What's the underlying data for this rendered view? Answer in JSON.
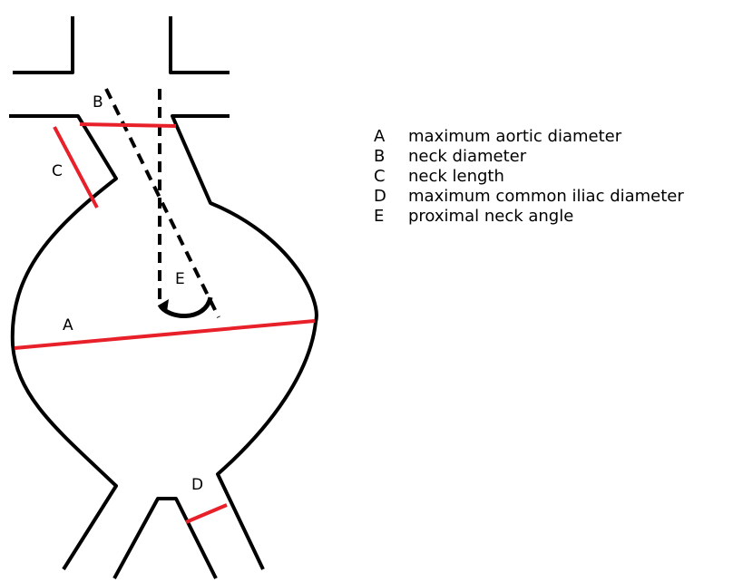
{
  "labels": {
    "a": "A",
    "b": "B",
    "c": "C",
    "d": "D",
    "e": "E"
  },
  "legend": [
    {
      "key": "A",
      "text": "maximum aortic diameter"
    },
    {
      "key": "B",
      "text": "neck diameter"
    },
    {
      "key": "C",
      "text": "neck length"
    },
    {
      "key": "D",
      "text": "maximum common iliac diameter"
    },
    {
      "key": "E",
      "text": "proximal neck angle"
    }
  ],
  "colors": {
    "outline": "#000000",
    "measurement": "#e8202a"
  }
}
